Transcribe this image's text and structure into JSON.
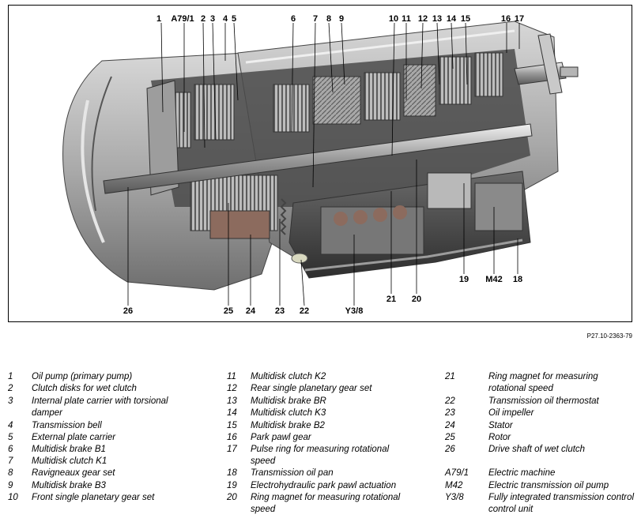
{
  "figure_ref": "P27.10-2363-79",
  "callouts_top": [
    "1",
    "A79/1",
    "2",
    "3",
    "4",
    "5",
    "6",
    "7",
    "8",
    "9",
    "10",
    "11",
    "12",
    "13",
    "14",
    "15",
    "16",
    "17"
  ],
  "callouts_bottom": [
    "26",
    "25",
    "24",
    "23",
    "22",
    "Y3/8",
    "21",
    "20",
    "19",
    "M42",
    "18"
  ],
  "legend": [
    {
      "num": "1",
      "text": "Oil pump (primary pump)"
    },
    {
      "num": "2",
      "text": "Clutch disks for wet clutch"
    },
    {
      "num": "3",
      "text": "Internal plate carrier with torsional damper"
    },
    {
      "num": "4",
      "text": "Transmission bell"
    },
    {
      "num": "5",
      "text": "External plate carrier"
    },
    {
      "num": "6",
      "text": "Multidisk brake B1"
    },
    {
      "num": "7",
      "text": "Multidisk clutch K1"
    },
    {
      "num": "8",
      "text": "Ravigneaux gear set"
    },
    {
      "num": "9",
      "text": "Multidisk brake B3"
    },
    {
      "num": "10",
      "text": "Front single planetary gear set"
    },
    {
      "num": "11",
      "text": "Multidisk clutch K2"
    },
    {
      "num": "12",
      "text": "Rear single planetary gear set"
    },
    {
      "num": "13",
      "text": "Multidisk brake BR"
    },
    {
      "num": "14",
      "text": "Multidisk clutch K3"
    },
    {
      "num": "15",
      "text": "Multidisk brake B2"
    },
    {
      "num": "16",
      "text": "Park pawl gear"
    },
    {
      "num": "17",
      "text": "Pulse ring for measuring rotational speed"
    },
    {
      "num": "18",
      "text": "Transmission oil pan"
    },
    {
      "num": "19",
      "text": "Electrohydraulic park pawl actuation"
    },
    {
      "num": "20",
      "text": "Ring magnet for measuring rotational speed"
    },
    {
      "num": "21",
      "text": "Ring magnet for measuring rotational speed"
    },
    {
      "num": "22",
      "text": "Transmission oil thermostat"
    },
    {
      "num": "23",
      "text": "Oil impeller"
    },
    {
      "num": "24",
      "text": "Stator"
    },
    {
      "num": "25",
      "text": "Rotor"
    },
    {
      "num": "26",
      "text": "Drive shaft of wet clutch"
    },
    {
      "num": "A79/1",
      "text": "Electric machine"
    },
    {
      "num": "M42",
      "text": "Electric transmission oil pump"
    },
    {
      "num": "Y3/8",
      "text": "Fully integrated transmission control control unit"
    }
  ]
}
